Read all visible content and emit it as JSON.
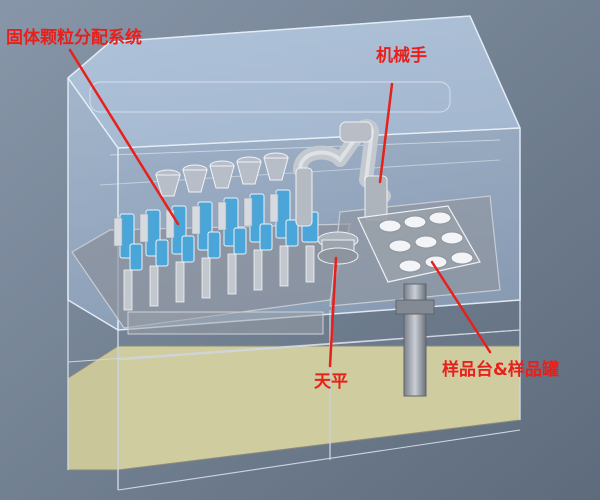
{
  "labels": {
    "granule_system": "固体颗粒分配系统",
    "robot_arm": "机械手",
    "balance": "天平",
    "sample_stage": "样品台&样品罐"
  },
  "colors": {
    "background": "#6f7f92",
    "callout": "#e8201c",
    "cabinet_glass": "#bcd3f0",
    "dispenser_blue": "#4aa6d8",
    "lower_panel": "#c9c79a"
  }
}
